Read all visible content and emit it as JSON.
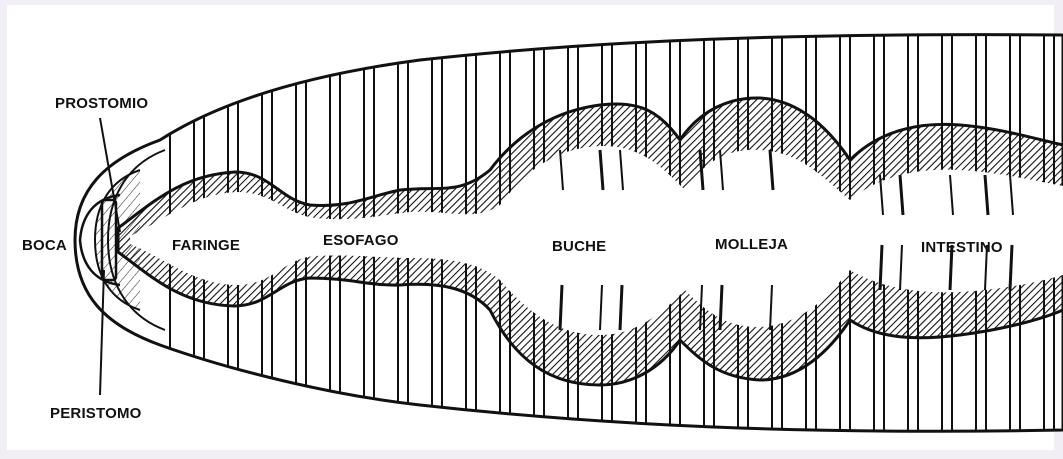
{
  "labels": {
    "prostomio": "PROSTOMIO",
    "boca": "BOCA",
    "peristomo": "PERISTOMO",
    "faringe": "FARINGE",
    "esofago": "ESOFAGO",
    "buche": "BUCHE",
    "molleja": "MOLLEJA",
    "intestino": "INTESTINO"
  },
  "colors": {
    "background": "#f1eef5",
    "paper": "#ffffff",
    "ink": "#111111"
  }
}
